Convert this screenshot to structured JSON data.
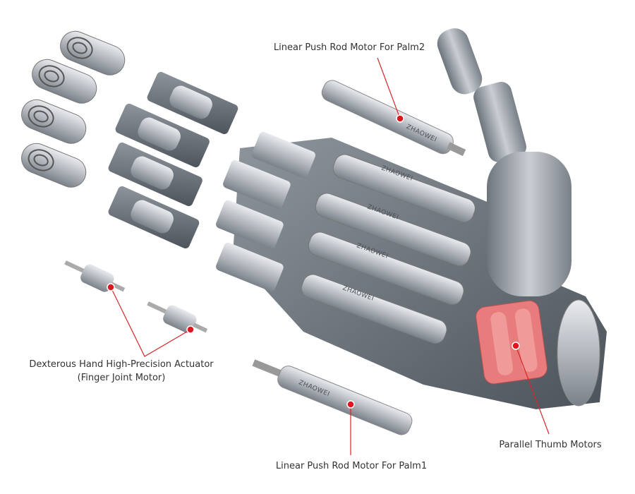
{
  "colors": {
    "leader": "#d7262b",
    "dot": "#e0151f",
    "metal": "#a8adb3",
    "thumb_motor": "#e87b7b",
    "text": "#333333"
  },
  "brand_mark": "ZHAOWEI",
  "labels": {
    "palm2": "Linear Push Rod Motor For Palm2",
    "actuator_line1": "Dexterous Hand High-Precision Actuator",
    "actuator_line2": "(Finger Joint Motor)",
    "thumb": "Parallel Thumb Motors",
    "palm1": "Linear Push Rod Motor For Palm1"
  }
}
